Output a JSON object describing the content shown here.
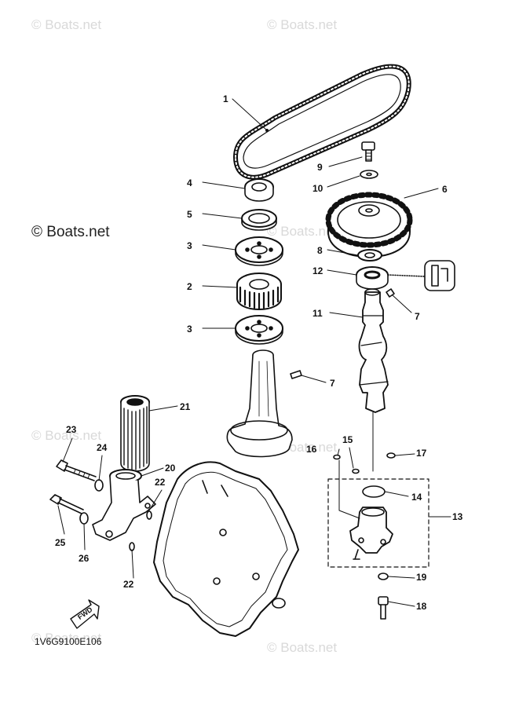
{
  "watermark": {
    "brand": "© Boats.net",
    "prominent": "© Boats.net"
  },
  "diagram": {
    "code": "1V6G9100E106",
    "fwd_label": "FWD",
    "callouts": [
      {
        "id": "c1",
        "text": "1"
      },
      {
        "id": "c9",
        "text": "9"
      },
      {
        "id": "c4",
        "text": "4"
      },
      {
        "id": "c10",
        "text": "10"
      },
      {
        "id": "c6",
        "text": "6"
      },
      {
        "id": "c5",
        "text": "5"
      },
      {
        "id": "c3a",
        "text": "3"
      },
      {
        "id": "c8",
        "text": "8"
      },
      {
        "id": "c12",
        "text": "12"
      },
      {
        "id": "c2",
        "text": "2"
      },
      {
        "id": "c7a",
        "text": "7"
      },
      {
        "id": "c11",
        "text": "11"
      },
      {
        "id": "c3b",
        "text": "3"
      },
      {
        "id": "c7b",
        "text": "7"
      },
      {
        "id": "c21",
        "text": "21"
      },
      {
        "id": "c23",
        "text": "23"
      },
      {
        "id": "c24",
        "text": "24"
      },
      {
        "id": "c20",
        "text": "20"
      },
      {
        "id": "c22a",
        "text": "22"
      },
      {
        "id": "c15",
        "text": "15"
      },
      {
        "id": "c16",
        "text": "16"
      },
      {
        "id": "c17",
        "text": "17"
      },
      {
        "id": "c14",
        "text": "14"
      },
      {
        "id": "c13",
        "text": "13"
      },
      {
        "id": "c25",
        "text": "25"
      },
      {
        "id": "c26",
        "text": "26"
      },
      {
        "id": "c22b",
        "text": "22"
      },
      {
        "id": "c19",
        "text": "19"
      },
      {
        "id": "c18",
        "text": "18"
      }
    ]
  }
}
